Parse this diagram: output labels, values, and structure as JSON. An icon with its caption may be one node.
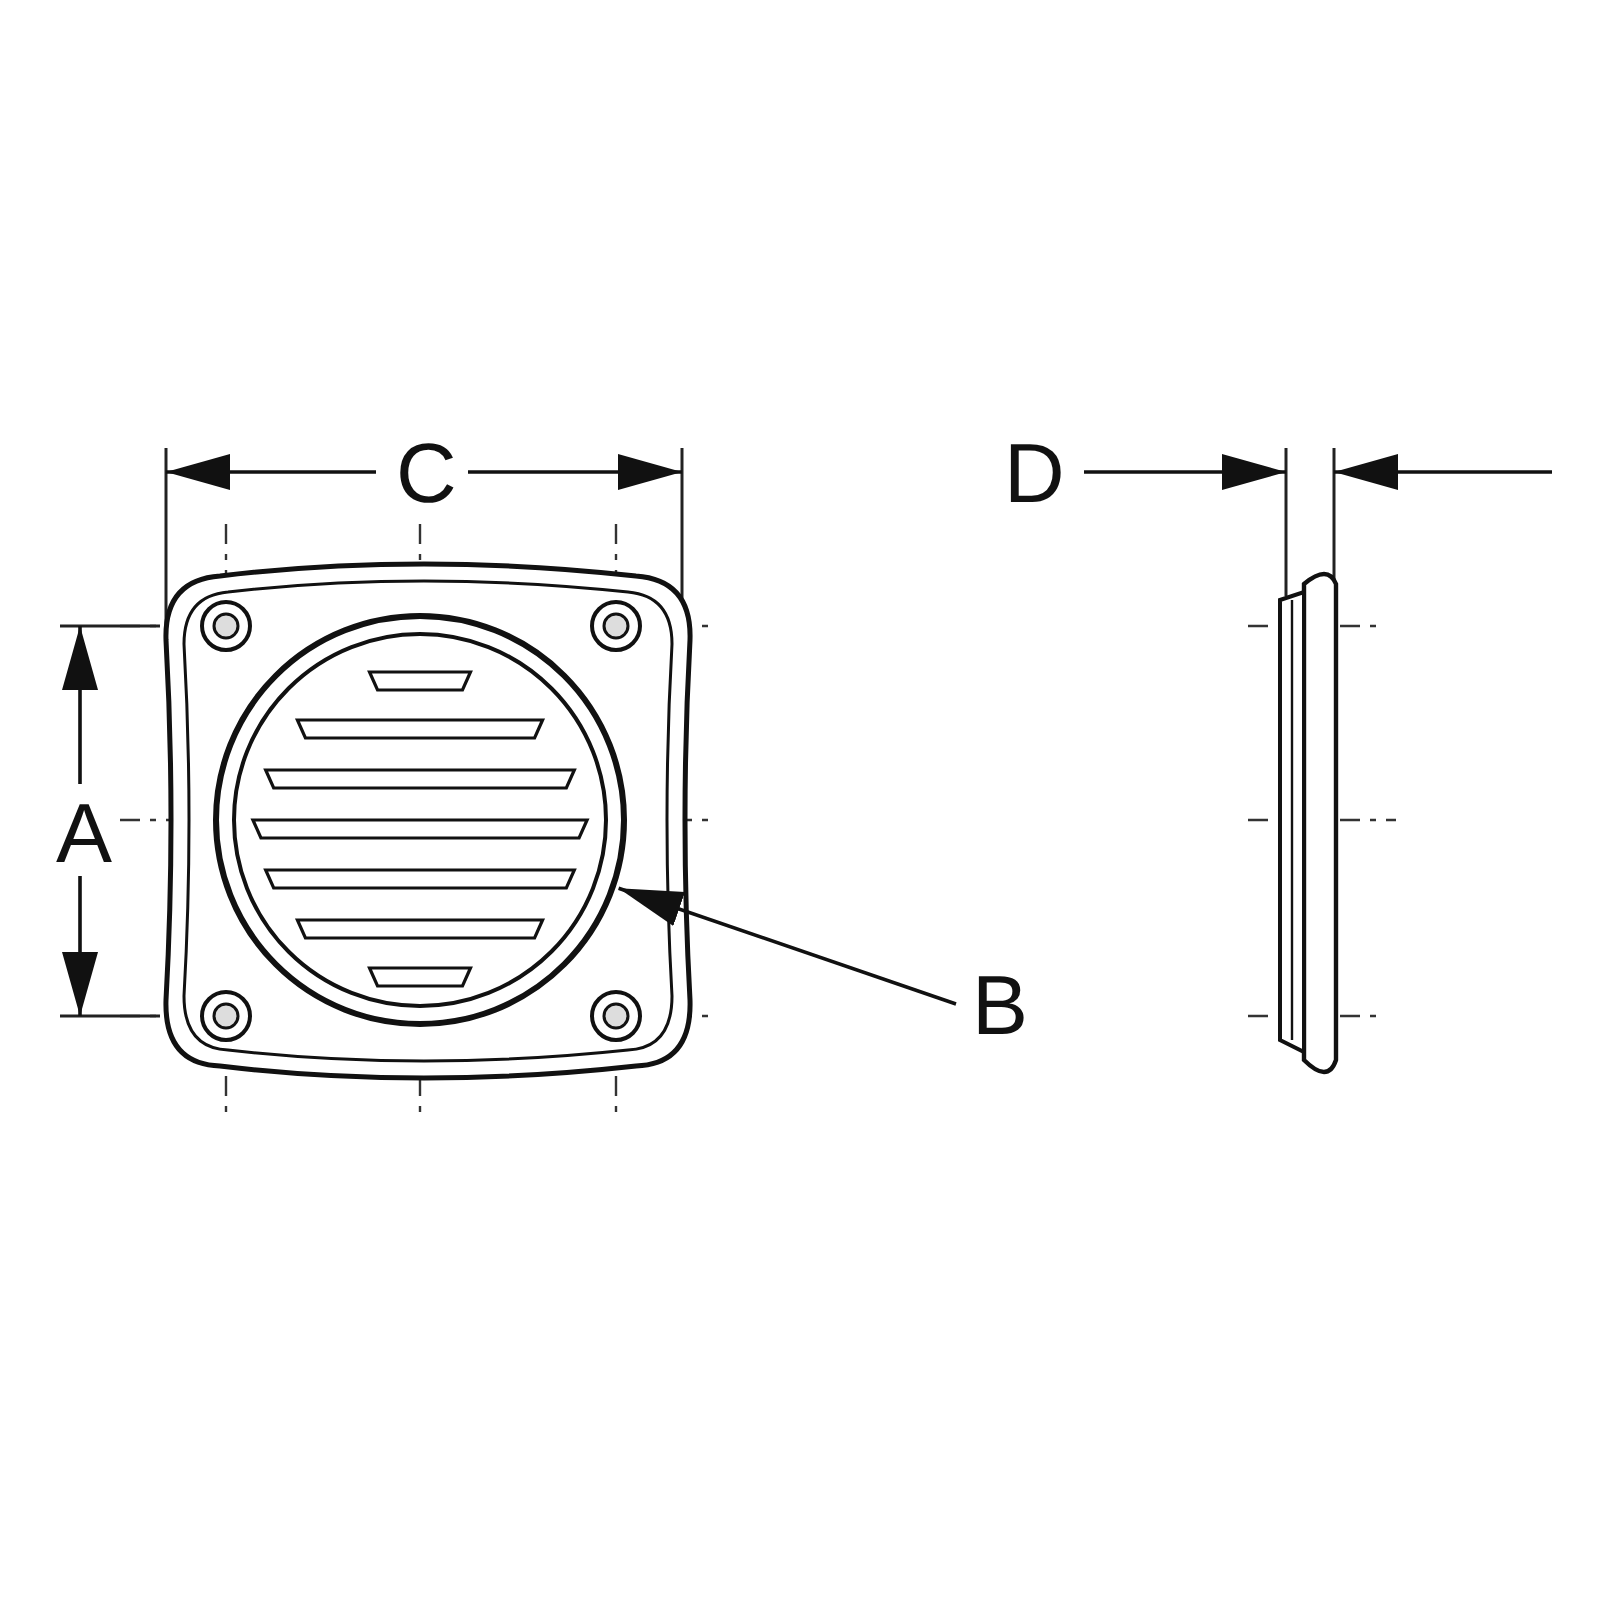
{
  "diagram": {
    "nodes": [
      {
        "text": [
          "B"
        ]
      },
      {
        "text": [],
        "shape": "circle"
      }
    ],
    "edges": [
      {
        "from": 0,
        "to": 1,
        "arrow": "to"
      }
    ],
    "labels": [
      "C",
      "D",
      "A"
    ]
  }
}
